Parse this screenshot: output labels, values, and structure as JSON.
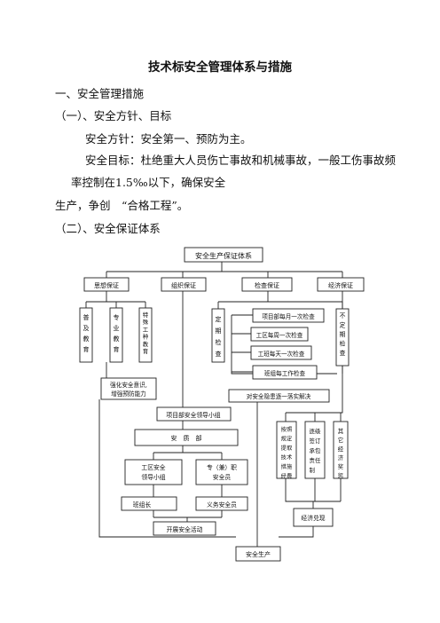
{
  "title": "技术标安全管理体系与措施",
  "paragraphs": {
    "p1": "一、安全管理措施",
    "p2": "（一）、安全方针、目标",
    "p3": "安全方针：安全第一、预防为主。",
    "p4": "安全目标：杜绝重大人员伤亡事故和机械事故，一般工伤事故频",
    "p5": "率控制在1.5‰以下，确保安全",
    "p6": "生产，争创　“合格工程”。",
    "p7": "（二）、安全保证体系"
  },
  "diagram": {
    "root": "安全生产保证体系",
    "branches": {
      "awareness": "思想保证",
      "organization": "组织保证",
      "inspection": "检查保证",
      "economy": "经济保证"
    },
    "education": {
      "popular": "普及教育",
      "professional": "专业教育",
      "special": "特殊工种教育"
    },
    "awareness_result": [
      "强化安全意识,",
      "增强预防能力"
    ],
    "periodic": "定期检查",
    "checks": {
      "monthly": "项目部每月一次检查",
      "weekly": "工区每周一次检查",
      "daily": "工班每天一次检查",
      "shift": "班组每工作检查"
    },
    "irregular": "不定期检查",
    "rectify": "对安全隐患逐一落实解决",
    "leading_group": "项目部安全领导小组",
    "safety_dept": "安　质　部",
    "work_area_group": [
      "工区安全",
      "领导小组"
    ],
    "officer": [
      "专（兼）职",
      "安全员"
    ],
    "team_leader": "班组长",
    "volunteer": "义务安全员",
    "activities": "开展安全活动",
    "econ_items": {
      "funds": "按照规定提取技术措施经费",
      "contract": "逐级签订承包责任制",
      "other": "其它经济奖惩"
    },
    "econ_result": "经济兑现",
    "final": "安全生产"
  }
}
